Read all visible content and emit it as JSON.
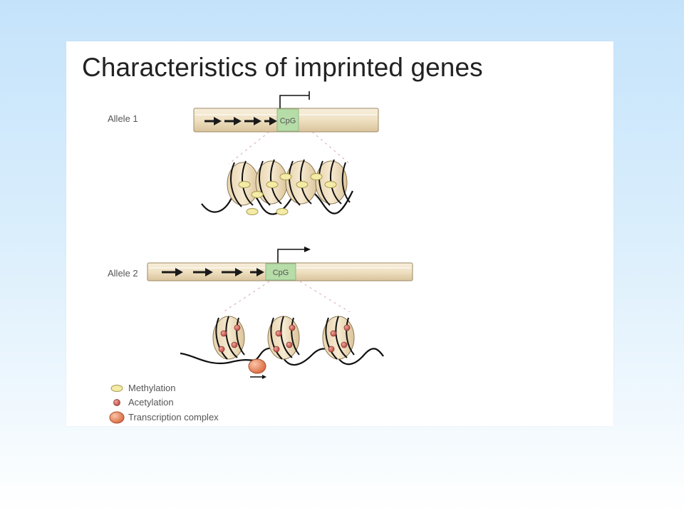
{
  "slide": {
    "title": "Characteristics of imprinted genes"
  },
  "diagram": {
    "allele1": {
      "label": "Allele 1",
      "region": "CpG",
      "state": "blocked"
    },
    "allele2": {
      "label": "Allele 2",
      "region": "CpG",
      "state": "active"
    },
    "legend": [
      {
        "label": "Methylation",
        "color": "#f3eba6"
      },
      {
        "label": "Acetylation",
        "color": "#d8655a"
      },
      {
        "label": "Transcription complex",
        "color": "#e98860"
      }
    ]
  },
  "colors": {
    "chromatin_bar": "#f2e5c8",
    "cpg_box": "#b6dca8",
    "nucleosome": "#efdfbe"
  }
}
